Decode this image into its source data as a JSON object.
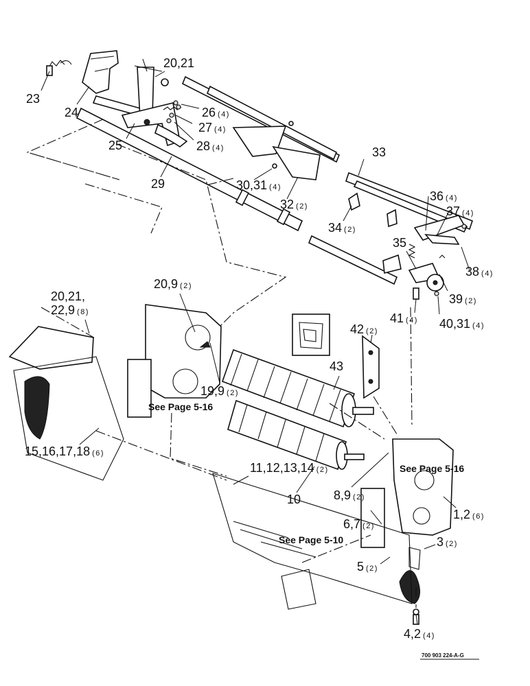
{
  "labels": [
    {
      "id": "c1",
      "text": "20,21",
      "qty": ""
    },
    {
      "id": "c2",
      "text": "23",
      "qty": ""
    },
    {
      "id": "c3",
      "text": "24",
      "qty": ""
    },
    {
      "id": "c4",
      "text": "26",
      "qty": "(4)"
    },
    {
      "id": "c5",
      "text": "27",
      "qty": "(4)"
    },
    {
      "id": "c6",
      "text": "25",
      "qty": ""
    },
    {
      "id": "c7",
      "text": "28",
      "qty": "(4)"
    },
    {
      "id": "c8",
      "text": "29",
      "qty": ""
    },
    {
      "id": "c9",
      "text": "30,31",
      "qty": "(4)"
    },
    {
      "id": "c10",
      "text": "32",
      "qty": "(2)"
    },
    {
      "id": "c11",
      "text": "33",
      "qty": ""
    },
    {
      "id": "c12",
      "text": "36",
      "qty": "(4)"
    },
    {
      "id": "c13",
      "text": "37",
      "qty": "(4)"
    },
    {
      "id": "c14",
      "text": "34",
      "qty": "(2)"
    },
    {
      "id": "c15",
      "text": "35",
      "qty": ""
    },
    {
      "id": "c16",
      "text": "38",
      "qty": "(4)"
    },
    {
      "id": "c17",
      "text": "39",
      "qty": "(2)"
    },
    {
      "id": "c18",
      "text": "41",
      "qty": "(4)"
    },
    {
      "id": "c19",
      "text": "40,31",
      "qty": "(4)"
    },
    {
      "id": "c20",
      "text": "20,9",
      "qty": "(2)"
    },
    {
      "id": "c21",
      "text": "20,21,",
      "qty": ""
    },
    {
      "id": "c22",
      "text": "22,9",
      "qty": "(8)"
    },
    {
      "id": "c23",
      "text": "42",
      "qty": "(2)"
    },
    {
      "id": "c24",
      "text": "43",
      "qty": ""
    },
    {
      "id": "c25",
      "text": "19,9",
      "qty": "(2)"
    },
    {
      "id": "c26",
      "text": "15,16,17,18",
      "qty": "(6)"
    },
    {
      "id": "c27",
      "text": "11,12,13,14",
      "qty": "(2)"
    },
    {
      "id": "c28",
      "text": "10",
      "qty": ""
    },
    {
      "id": "c29",
      "text": "8,9",
      "qty": "(2)"
    },
    {
      "id": "c30",
      "text": "1,2",
      "qty": "(6)"
    },
    {
      "id": "c31",
      "text": "6,7",
      "qty": "(2)"
    },
    {
      "id": "c32",
      "text": "3",
      "qty": "(2)"
    },
    {
      "id": "c33",
      "text": "5",
      "qty": "(2)"
    },
    {
      "id": "c34",
      "text": "4,2",
      "qty": "(4)"
    }
  ],
  "page_refs": [
    "See Page 5-16",
    "See Page 5-16",
    "See Page 5-10"
  ],
  "drawing_number": "700 903 224-A-G"
}
